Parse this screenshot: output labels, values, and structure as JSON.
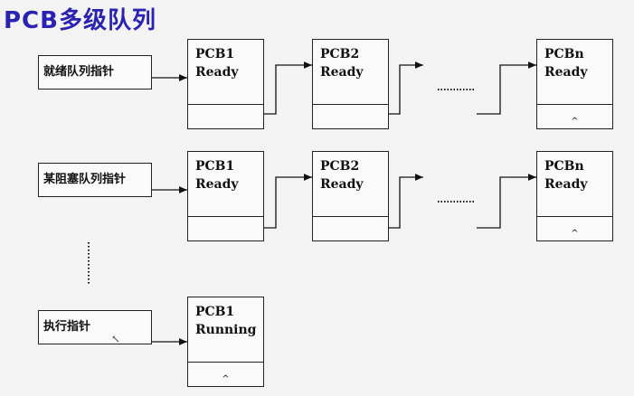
{
  "title": "PCB多级队列",
  "pointers": {
    "ready": "就绪队列指针",
    "blocked": "某阻塞队列指针",
    "running": "执行指针"
  },
  "rows": {
    "ready": [
      {
        "name": "PCB1",
        "state": "Ready"
      },
      {
        "name": "PCB2",
        "state": "Ready"
      },
      {
        "name": "PCBn",
        "state": "Ready",
        "null_mark": "^"
      }
    ],
    "blocked": [
      {
        "name": "PCB1",
        "state": "Ready"
      },
      {
        "name": "PCB2",
        "state": "Ready"
      },
      {
        "name": "PCBn",
        "state": "Ready",
        "null_mark": "^"
      }
    ],
    "running": [
      {
        "name": "PCB1",
        "state": "Running",
        "null_mark": "^"
      }
    ]
  }
}
